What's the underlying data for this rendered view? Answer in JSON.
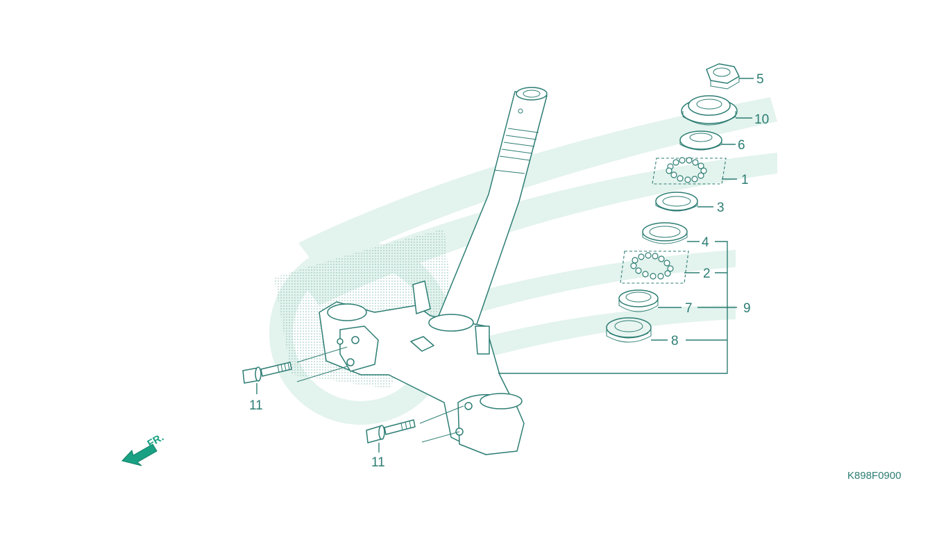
{
  "diagram": {
    "callouts": [
      {
        "id": "c5",
        "label": "5"
      },
      {
        "id": "c10",
        "label": "10"
      },
      {
        "id": "c6",
        "label": "6"
      },
      {
        "id": "c1",
        "label": "1"
      },
      {
        "id": "c3",
        "label": "3"
      },
      {
        "id": "c4",
        "label": "4"
      },
      {
        "id": "c2",
        "label": "2"
      },
      {
        "id": "c9",
        "label": "9"
      },
      {
        "id": "c7",
        "label": "7"
      },
      {
        "id": "c8",
        "label": "8"
      },
      {
        "id": "c11a",
        "label": "11"
      },
      {
        "id": "c11b",
        "label": "11"
      }
    ],
    "front_label": "FR.",
    "drawing_code": "K898F0900"
  },
  "colors": {
    "line": "#2c7d73",
    "watermark": "#dff1ea",
    "arrow": "#1aa184"
  },
  "icons": {
    "front_arrow": "front-direction-arrow-icon"
  }
}
